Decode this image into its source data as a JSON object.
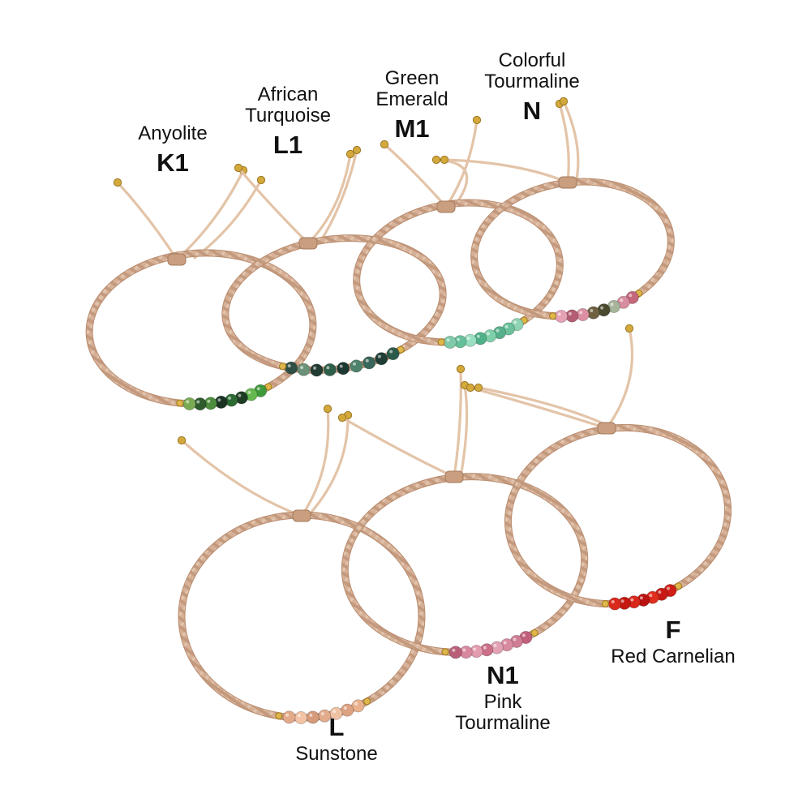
{
  "bracelets": [
    {
      "code": "K1",
      "name": "Anyolite",
      "colors": [
        "#3f9a3c",
        "#65b84f",
        "#1f3d25",
        "#2d6b34",
        "#1a3323",
        "#4d8d3d",
        "#2d5b2e",
        "#7aab52"
      ]
    },
    {
      "code": "L1",
      "name": "African Turquoise",
      "colors": [
        "#2b5a4b",
        "#1f3f36",
        "#38665a",
        "#4f826d",
        "#1d3731",
        "#2f5f4a",
        "#233c33",
        "#6b9278",
        "#304f44"
      ]
    },
    {
      "code": "M1",
      "name": "Green Emerald",
      "colors": [
        "#8fd3b3",
        "#6cc19b",
        "#58b08a",
        "#7ed0aa",
        "#4eb188",
        "#9adfc0",
        "#65bf98",
        "#7fcaa8"
      ]
    },
    {
      "code": "N",
      "name": "Colorful Tourmaline",
      "colors": [
        "#c4677b",
        "#d98da0",
        "#a6b49a",
        "#4a4a2f",
        "#6e6040",
        "#dc90a3",
        "#b45d73",
        "#e5a2b5"
      ]
    },
    {
      "code": "L",
      "name": "Sunstone",
      "colors": [
        "#e9b28f",
        "#dca282",
        "#f0c2a4",
        "#e2ab8a",
        "#d69b7b",
        "#f2c3a4",
        "#e3aa8a"
      ]
    },
    {
      "code": "N1",
      "name": "Pink Tourmaline",
      "colors": [
        "#c2607c",
        "#d07c93",
        "#d88aa0",
        "#e3a1b4",
        "#cc7089",
        "#e39bb0",
        "#d8889e",
        "#b95f78"
      ]
    },
    {
      "code": "F",
      "name": "Red Carnelian",
      "colors": [
        "#d01d15",
        "#c71a14",
        "#e02e1e",
        "#b9120f",
        "#d9271b",
        "#c41811",
        "#da2a1c"
      ]
    }
  ]
}
